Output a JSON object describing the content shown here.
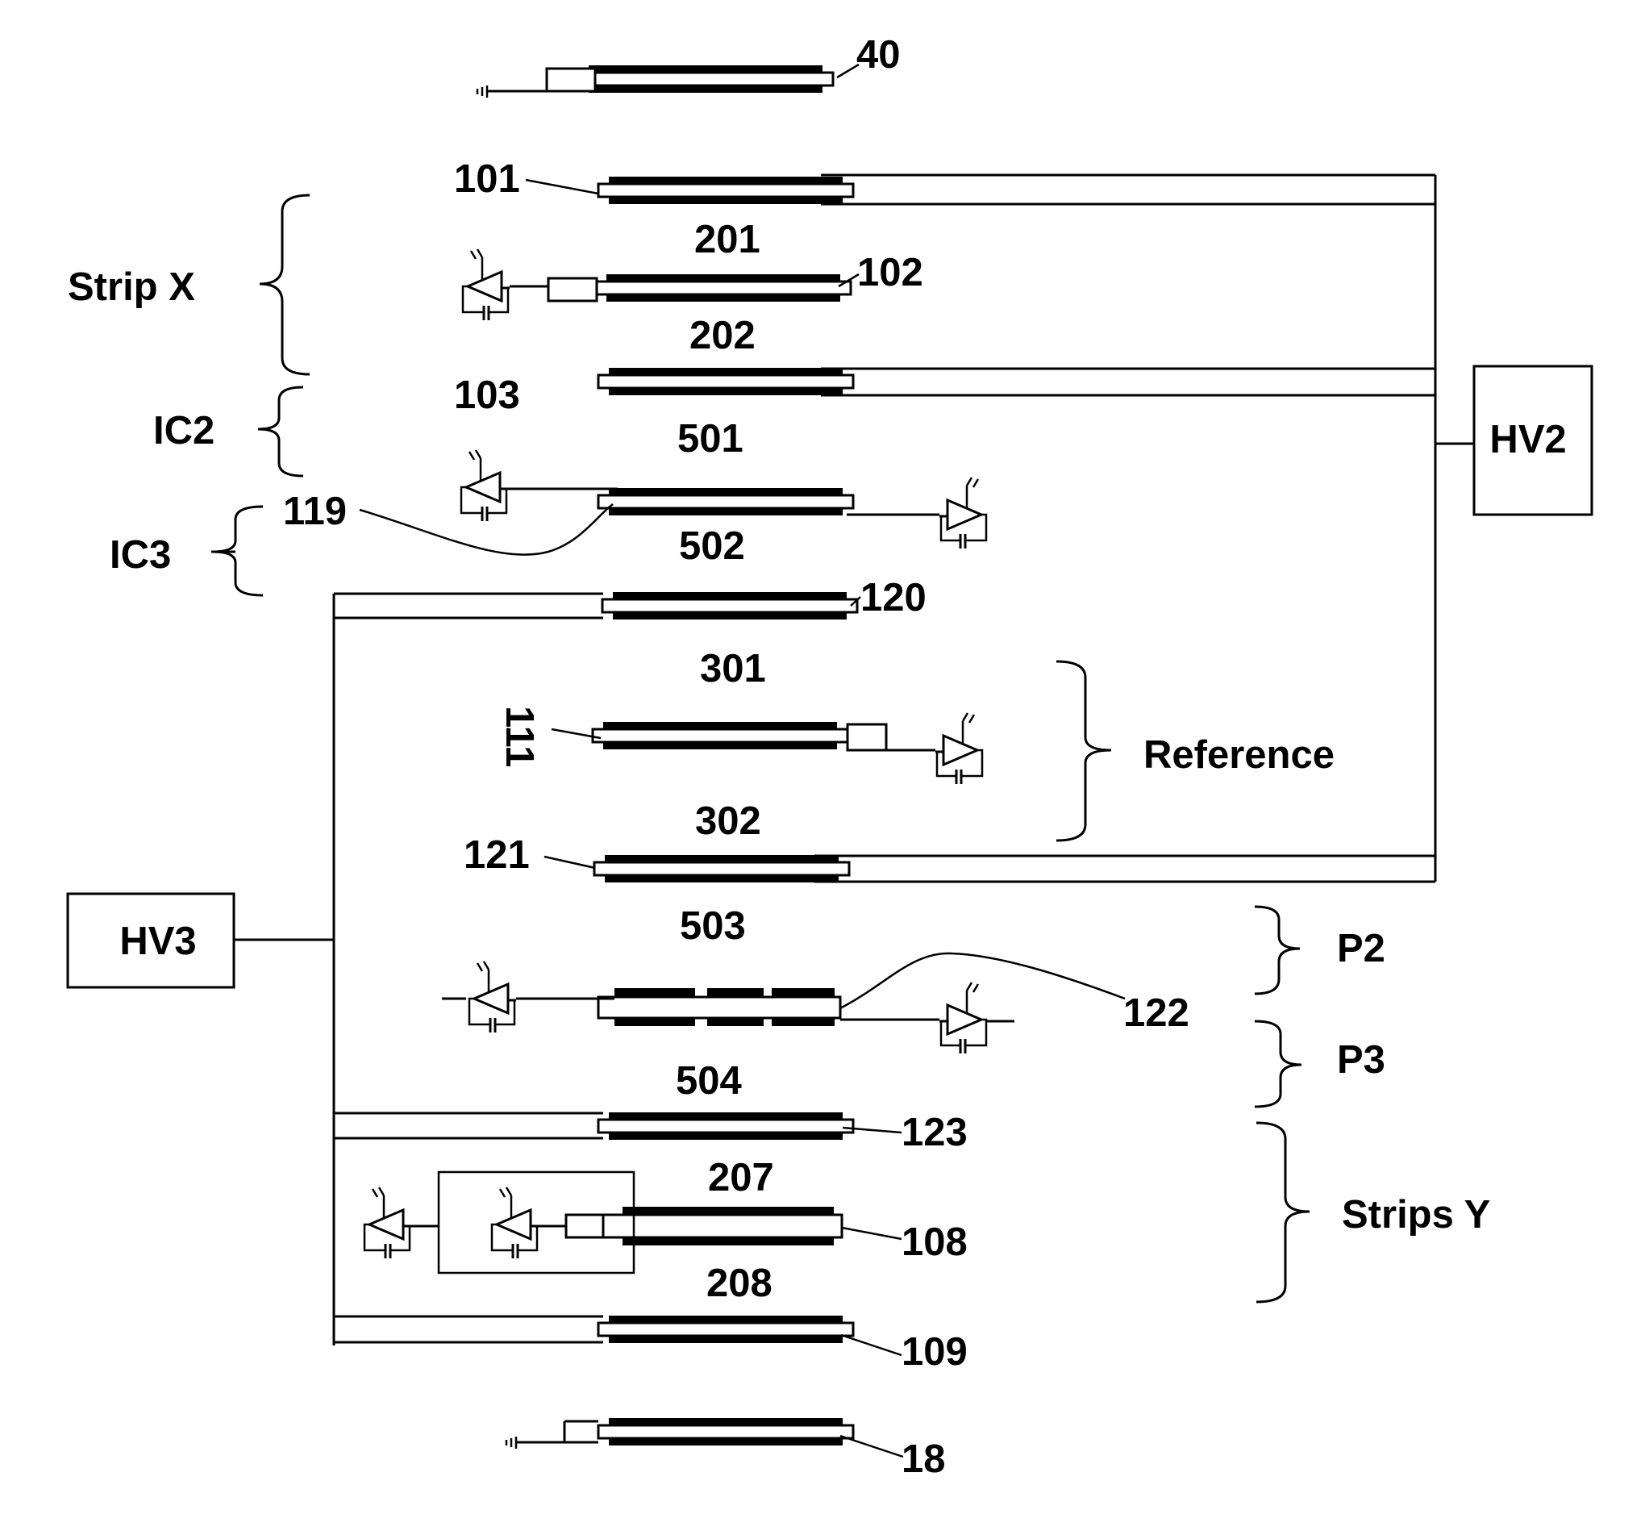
{
  "labels": {
    "n40": "40",
    "n101": "101",
    "n201": "201",
    "n102": "102",
    "n202": "202",
    "n103": "103",
    "n501": "501",
    "n119": "119",
    "n502": "502",
    "n120": "120",
    "n301": "301",
    "n111": "111",
    "n302": "302",
    "n121": "121",
    "n503": "503",
    "n122": "122",
    "n504": "504",
    "n123": "123",
    "n207": "207",
    "n108": "108",
    "n208": "208",
    "n109": "109",
    "n18": "18"
  },
  "groups": {
    "strip_x": "Strip X",
    "ic2": "IC2",
    "ic3": "IC3",
    "reference": "Reference",
    "p2": "P2",
    "p3": "P3",
    "strips_y": "Strips Y"
  },
  "supplies": {
    "hv2": "HV2",
    "hv3": "HV3"
  }
}
